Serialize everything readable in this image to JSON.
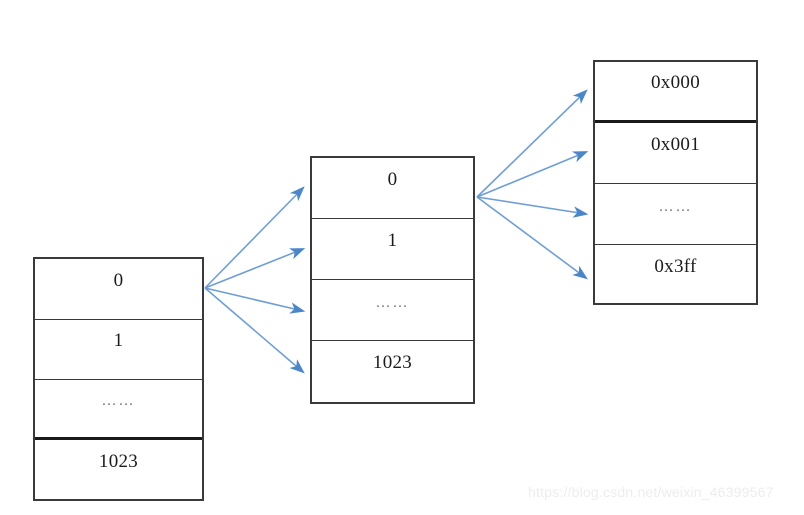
{
  "diagram": {
    "title": "Two-level page table address translation diagram",
    "arrow_color": "#4a86c8",
    "border_color": "#3a3a3a",
    "background_color": "#ffffff",
    "tables": [
      {
        "id": "page-directory",
        "name": "left-table",
        "rows": [
          {
            "label": "0"
          },
          {
            "label": "1"
          },
          {
            "label": "……"
          },
          {
            "label": "1023"
          }
        ]
      },
      {
        "id": "page-table",
        "name": "middle-table",
        "rows": [
          {
            "label": "0"
          },
          {
            "label": "1"
          },
          {
            "label": "……"
          },
          {
            "label": "1023"
          }
        ]
      },
      {
        "id": "page-frame",
        "name": "right-table",
        "rows": [
          {
            "label": "0x000"
          },
          {
            "label": "0x001"
          },
          {
            "label": "……"
          },
          {
            "label": "0x3ff"
          }
        ]
      }
    ],
    "arrow_groups": [
      {
        "name": "left-to-middle",
        "from_row": 0,
        "count": 4
      },
      {
        "name": "middle-to-right",
        "from_row": 0,
        "count": 4
      }
    ]
  },
  "watermark": {
    "text": "https://blog.csdn.net/weixin_46399567"
  }
}
